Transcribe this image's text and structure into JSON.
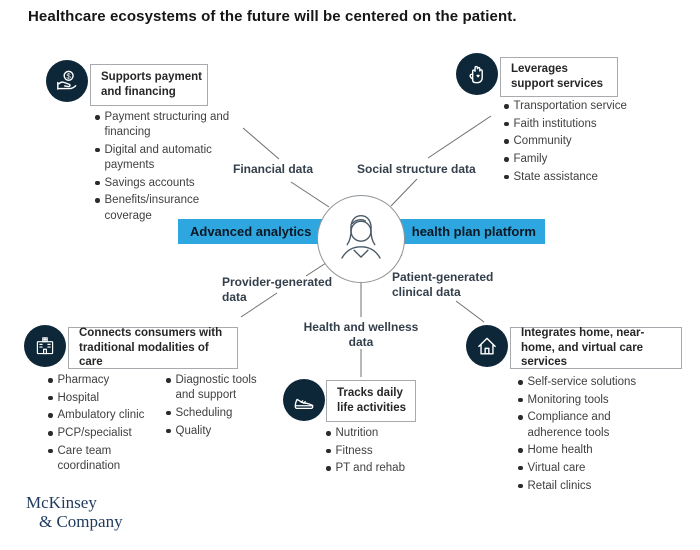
{
  "title": "Healthcare ecosystems of the future will be centered on the patient.",
  "banner": {
    "left": "Advanced analytics",
    "right": "health plan platform"
  },
  "labels": {
    "financial": "Financial data",
    "social": "Social structure data",
    "provider": "Provider-generated data",
    "patient": "Patient-generated clinical data",
    "health": "Health and wellness data"
  },
  "boxes": {
    "payment": {
      "heading": "Supports payment and financing",
      "icon": "hand-coin-icon",
      "items": [
        "Payment structuring and financing",
        "Digital and automatic payments",
        "Savings accounts",
        "Benefits/insurance coverage"
      ]
    },
    "support": {
      "heading": "Leverages support services",
      "icon": "palm-heart-icon",
      "items": [
        "Transportation service",
        "Faith institutions",
        "Community",
        "Family",
        "State assistance"
      ]
    },
    "traditional": {
      "heading": "Connects consumers with traditional modalities of care",
      "icon": "hospital-icon",
      "items_col1": [
        "Pharmacy",
        "Hospital",
        "Ambulatory clinic",
        "PCP/specialist",
        "Care team coordination"
      ],
      "items_col2": [
        "Diagnostic tools and support",
        "Scheduling",
        "Quality"
      ]
    },
    "daily": {
      "heading": "Tracks daily life activities",
      "icon": "shoe-icon",
      "items": [
        "Nutrition",
        "Fitness",
        "PT and rehab"
      ]
    },
    "home": {
      "heading": "Integrates home, near-home, and virtual care services",
      "icon": "home-icon",
      "items": [
        "Self-service solutions",
        "Monitoring tools",
        "Compliance and adherence tools",
        "Home health",
        "Virtual care",
        "Retail clinics"
      ]
    }
  },
  "footer": {
    "logo_line1": "McKinsey",
    "logo_line2": "& Company"
  },
  "colors": {
    "accent_blue": "#2EA7E0",
    "navy": "#0D2738",
    "text_dark": "#262626",
    "text_gray": "#404040",
    "line_gray": "#6F6F6F",
    "logo_navy": "#1E3A5C"
  }
}
